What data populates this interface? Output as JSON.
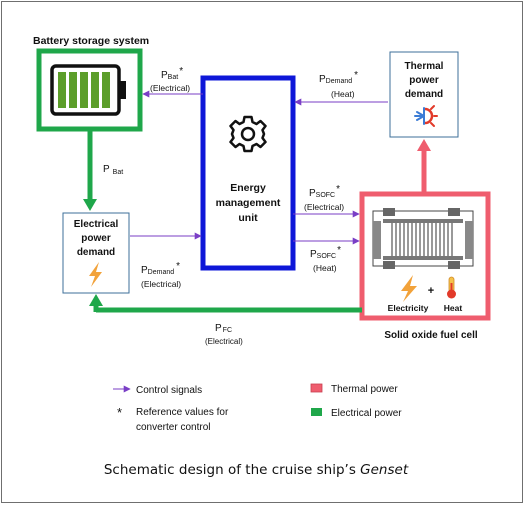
{
  "blocks": {
    "battery": {
      "title": "Battery storage system"
    },
    "ems": {
      "line1": "Energy",
      "line2": "management",
      "line3": "unit"
    },
    "thermal_demand": {
      "line1": "Thermal",
      "line2": "power",
      "line3": "demand"
    },
    "electrical_demand": {
      "line1": "Electrical",
      "line2": "power",
      "line3": "demand"
    },
    "sofc": {
      "title": "Solid oxide fuel cell",
      "electricity": "Electricity",
      "plus": "+",
      "heat": "Heat"
    }
  },
  "signals": {
    "p_bat_ref": {
      "symbol": "P",
      "sub": "Bat",
      "sup": "*",
      "note": "(Electrical)"
    },
    "p_bat_flow": {
      "symbol": "P",
      "sub": "Bat"
    },
    "p_demand_heat": {
      "symbol": "P",
      "sub": "Demand",
      "sup": "*",
      "note": "(Heat)"
    },
    "p_sofc_elec": {
      "symbol": "P",
      "sub": "SOFC",
      "sup": "*",
      "note": "(Electrical)"
    },
    "p_sofc_heat": {
      "symbol": "P",
      "sub": "SOFC",
      "sup": "*",
      "note": "(Heat)"
    },
    "p_demand_elec": {
      "symbol": "P",
      "sub": "Demand",
      "sup": "*",
      "note": "(Electrical)"
    },
    "p_fc": {
      "symbol": "P",
      "sub": "FC",
      "note": "(Electrical)"
    }
  },
  "legend": {
    "control_signals": "Control signals",
    "reference_star": "*",
    "reference_line1": "Reference values for",
    "reference_line2": "converter control",
    "thermal_power": "Thermal power",
    "electrical_power": "Electrical power"
  },
  "caption": {
    "prefix": "Schematic design of the cruise ship’s ",
    "italic": "Genset"
  },
  "colors": {
    "electrical": "#1fa74a",
    "thermal": "#ef5d6e",
    "control": "#7a3ec6",
    "ems_border": "#0e17d8",
    "box_border": "#3c6f9a",
    "battery_cell": "#5c9e2a",
    "bolt": "#f2a23a",
    "flame_red": "#e23a2a",
    "snow_blue": "#3a7bd5"
  }
}
